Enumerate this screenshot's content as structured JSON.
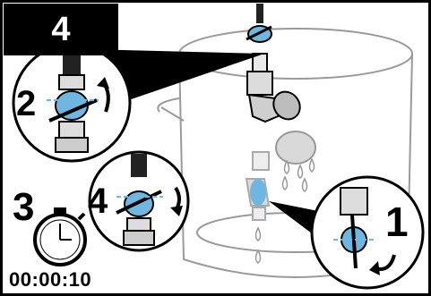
{
  "panel": {
    "step_number": "4",
    "callouts": {
      "open_valve": "2",
      "wait_step": "3",
      "close_valve": "4",
      "first_valve": "1"
    },
    "timer": "00:00:10"
  },
  "icons": [
    "valve-icon",
    "stopwatch-icon",
    "rotate-arrow-icon",
    "water-drop-icon"
  ],
  "colors": {
    "valve_blue": "#6fb7e0",
    "outline": "#000000",
    "vessel_gray": "#9a9a9a",
    "badge_bg": "#000000"
  }
}
